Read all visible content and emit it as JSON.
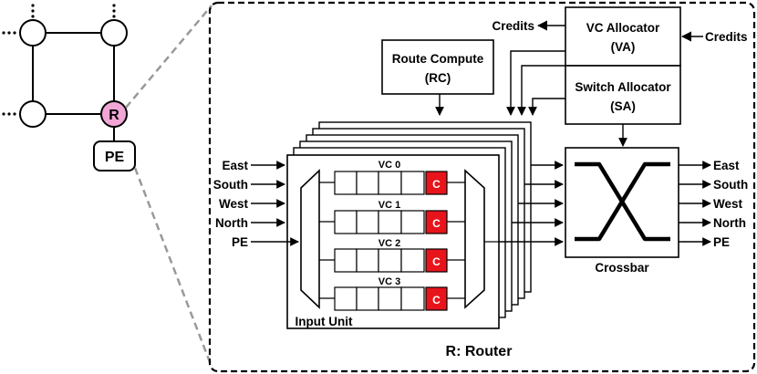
{
  "mesh": {
    "router_label": "R",
    "pe_label": "PE",
    "router_color": "#f2a6d6"
  },
  "router": {
    "title": "R: Router",
    "route_compute": {
      "line1": "Route Compute",
      "line2": "(RC)"
    },
    "vc_allocator": {
      "line1": "VC Allocator",
      "line2": "(VA)"
    },
    "switch_allocator": {
      "line1": "Switch Allocator",
      "line2": "(SA)"
    },
    "credits_out": "Credits",
    "credits_in": "Credits",
    "input_unit_label": "Input Unit",
    "crossbar_label": "Crossbar",
    "vcs": [
      {
        "label": "VC 0",
        "credit": "C"
      },
      {
        "label": "VC 1",
        "credit": "C"
      },
      {
        "label": "VC 2",
        "credit": "C"
      },
      {
        "label": "VC 3",
        "credit": "C"
      }
    ],
    "inputs": [
      "East",
      "South",
      "West",
      "North",
      "PE"
    ],
    "outputs": [
      "East",
      "South",
      "West",
      "North",
      "PE"
    ],
    "credit_color": "#e8141c"
  }
}
